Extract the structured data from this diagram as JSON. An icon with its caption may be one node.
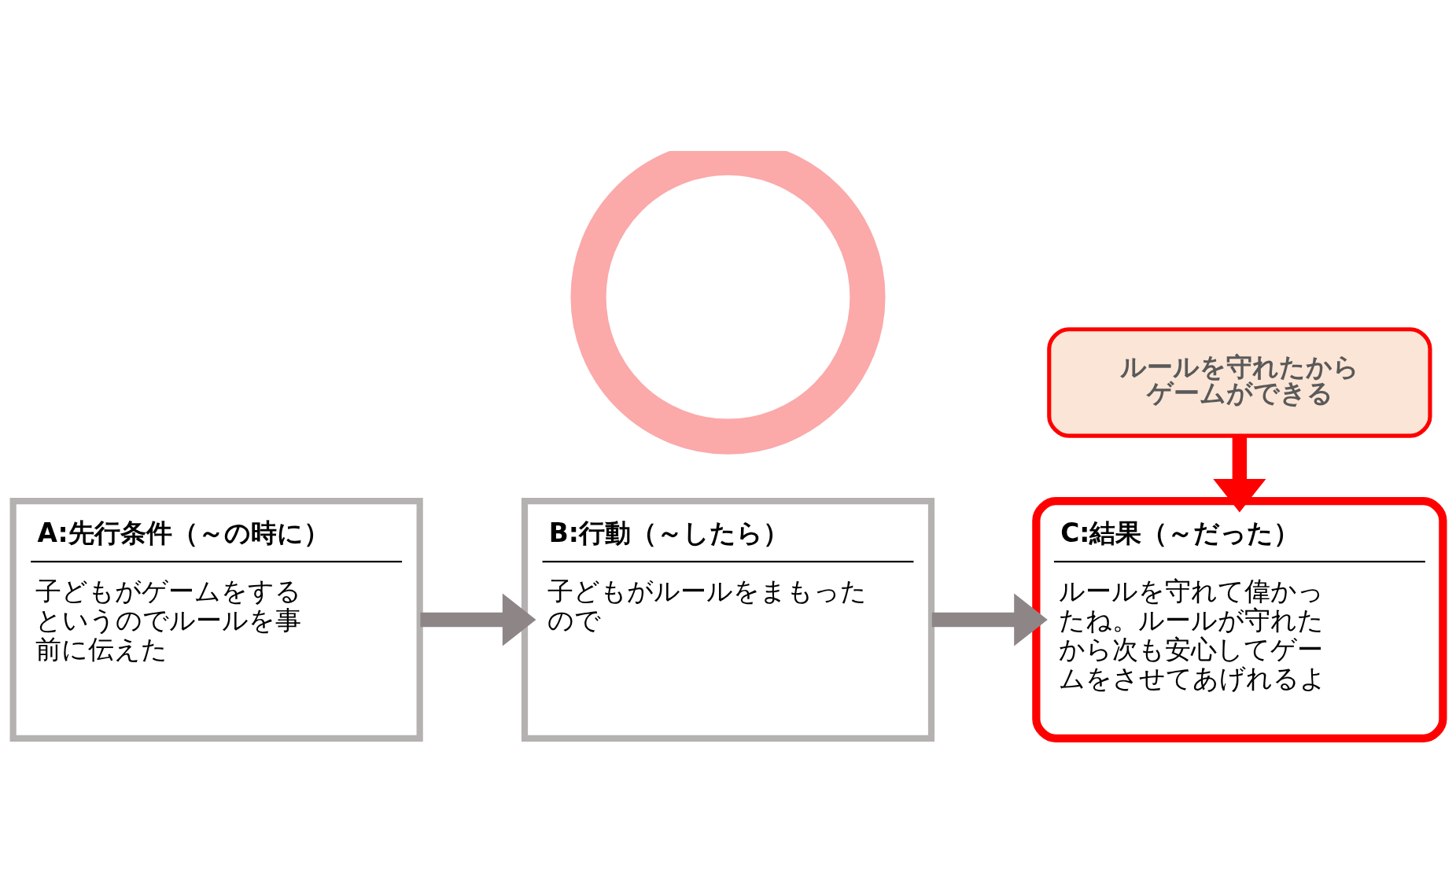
{
  "diagram": {
    "nodes": [
      {
        "text": [
          "ルールを守れたからゲームができる"
        ]
      },
      {
        "text": [
          "A:先行条件（～の時に）",
          "子どもがゲームをするというのでルールを事前に伝えた"
        ]
      },
      {
        "text": [
          "B:行動（～したら）",
          "子どもがルールをまもったので"
        ]
      },
      {
        "text": [
          "C:結果（～だった）",
          "ルールを守れて偉かったね。ルールが守れたから次も安心してゲームをさせてあげれるよ"
        ]
      },
      {
        "text": [],
        "shape": "circle"
      }
    ],
    "edges": [
      {
        "from": 1,
        "to": 2,
        "arrow": "to"
      },
      {
        "from": 2,
        "to": 3,
        "arrow": "to"
      },
      {
        "from": 0,
        "to": 3,
        "arrow": "to",
        "color": "#ff0000"
      }
    ]
  }
}
